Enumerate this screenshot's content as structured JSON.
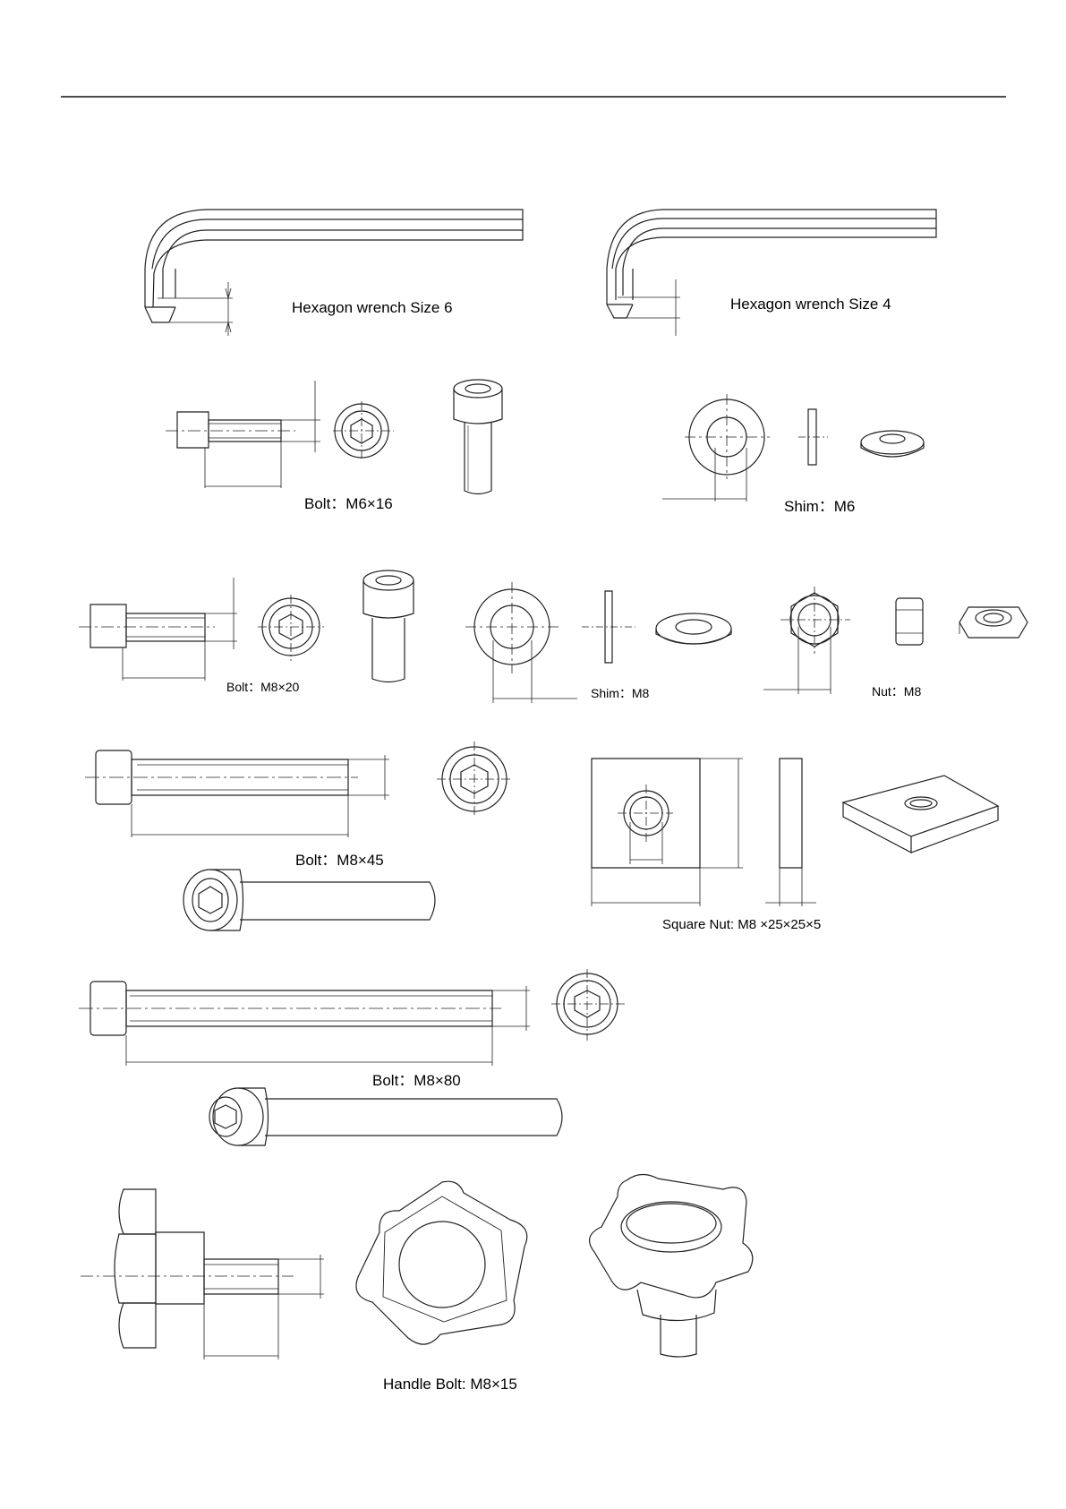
{
  "labels": {
    "wrench6": "Hexagon wrench  Size 6",
    "wrench4": "Hexagon wrench  Size 4",
    "bolt_m6x16": "Bolt：M6×16",
    "shim_m6": "Shim：M6",
    "bolt_m8x20": "Bolt：M8×20",
    "shim_m8": "Shim：M8",
    "nut_m8": "Nut：M8",
    "bolt_m8x45": "Bolt：M8×45",
    "square_nut": "Square Nut:  M8 ×25×25×5",
    "bolt_m8x80": "Bolt：M8×80",
    "handle_bolt": "Handle Bolt: M8×15"
  }
}
